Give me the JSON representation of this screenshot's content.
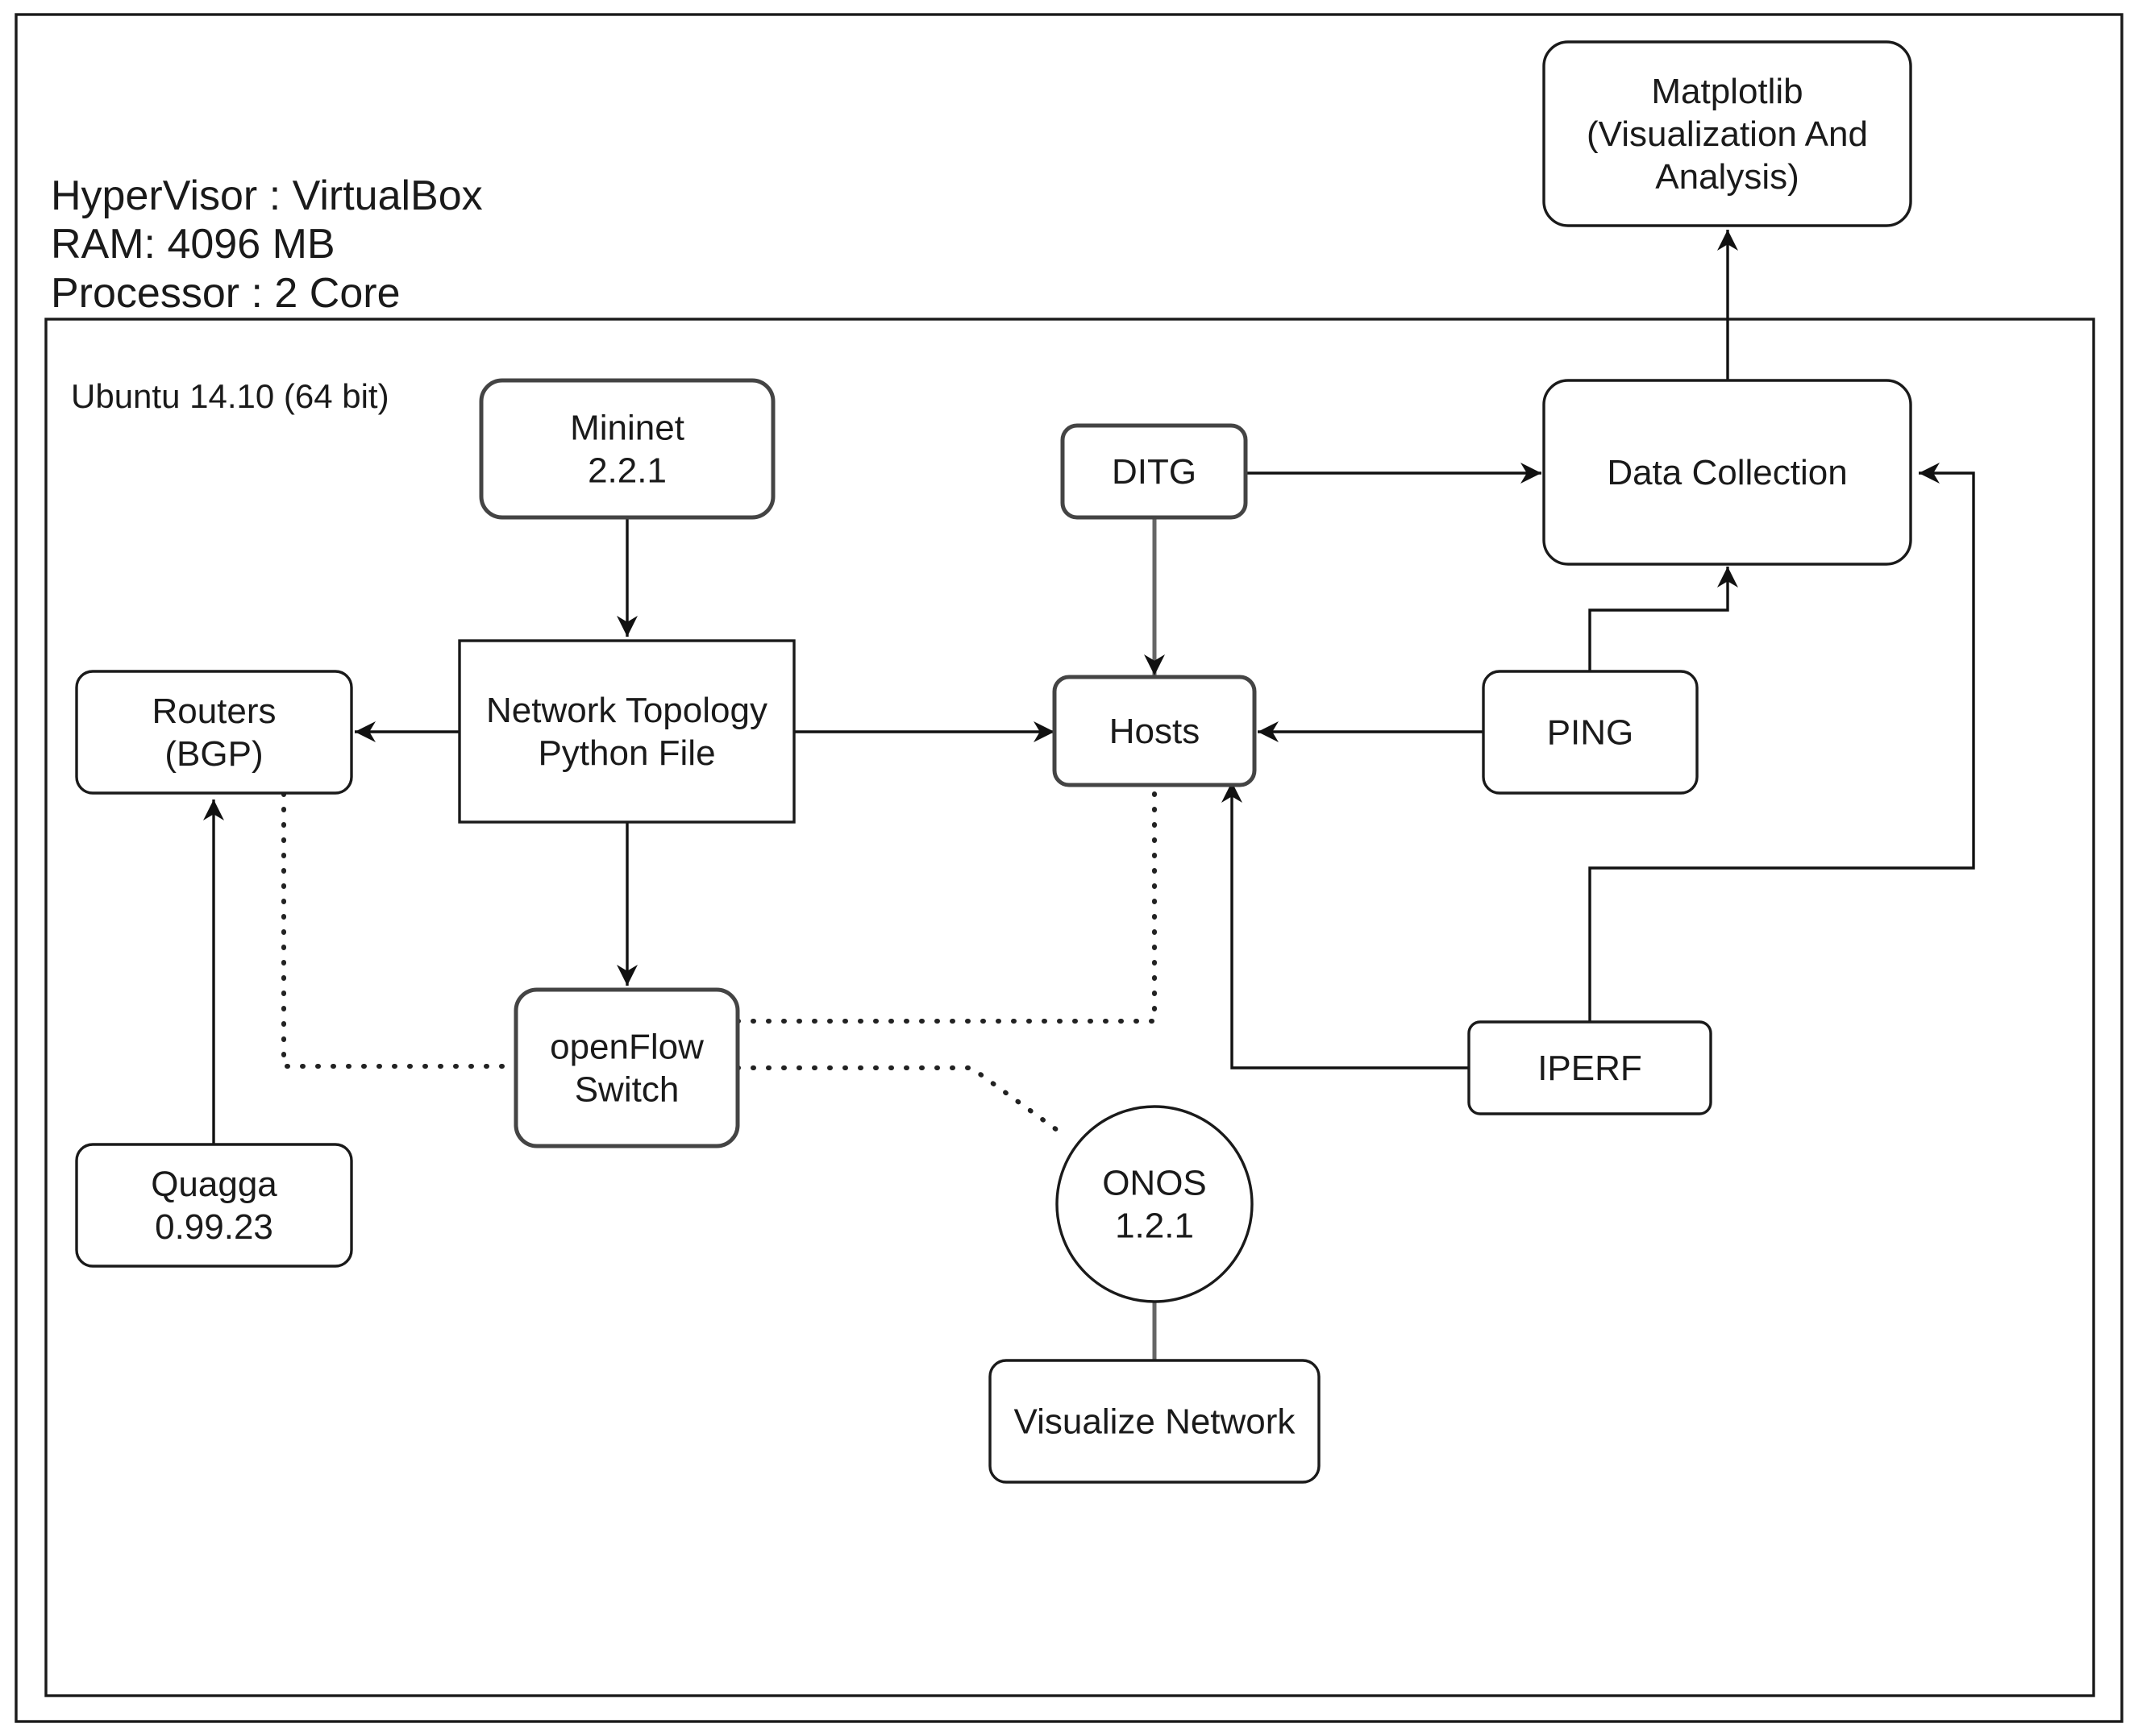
{
  "host_info": {
    "hypervisor": "HyperVisor : VirtualBox",
    "ram": "RAM: 4096 MB",
    "processor": "Processor : 2 Core"
  },
  "vm_label": "Ubuntu 14.10 (64 bit)",
  "nodes": {
    "matplotlib": [
      "Matplotlib",
      "(Visualization And",
      "Analysis)"
    ],
    "mininet": [
      "Mininet",
      "2.2.1"
    ],
    "ditg": [
      "DITG"
    ],
    "data_collection": [
      "Data Collection"
    ],
    "routers": [
      "Routers",
      "(BGP)"
    ],
    "topology": [
      "Network Topology",
      "Python File"
    ],
    "hosts": [
      "Hosts"
    ],
    "ping": [
      "PING"
    ],
    "openflow": [
      "openFlow",
      "Switch"
    ],
    "iperf": [
      "IPERF"
    ],
    "onos": [
      "ONOS",
      "1.2.1"
    ],
    "quagga": [
      "Quagga",
      "0.99.23"
    ],
    "visualize": [
      "Visualize Network"
    ]
  },
  "edges": [
    {
      "from": "Mininet",
      "to": "Network Topology Python File",
      "style": "solid"
    },
    {
      "from": "Network Topology Python File",
      "to": "Routers (BGP)",
      "style": "solid"
    },
    {
      "from": "Network Topology Python File",
      "to": "Hosts",
      "style": "solid"
    },
    {
      "from": "Network Topology Python File",
      "to": "openFlow Switch",
      "style": "solid"
    },
    {
      "from": "DITG",
      "to": "Hosts",
      "style": "solid"
    },
    {
      "from": "DITG",
      "to": "Data Collection",
      "style": "solid"
    },
    {
      "from": "PING",
      "to": "Hosts",
      "style": "solid"
    },
    {
      "from": "PING",
      "to": "Data Collection",
      "style": "solid"
    },
    {
      "from": "IPERF",
      "to": "Hosts",
      "style": "solid"
    },
    {
      "from": "IPERF",
      "to": "Data Collection",
      "style": "solid"
    },
    {
      "from": "Data Collection",
      "to": "Matplotlib",
      "style": "solid"
    },
    {
      "from": "Quagga",
      "to": "Routers (BGP)",
      "style": "solid"
    },
    {
      "from": "ONOS",
      "to": "Visualize Network",
      "style": "line"
    },
    {
      "from": "Routers (BGP)",
      "to": "openFlow Switch",
      "style": "dotted"
    },
    {
      "from": "openFlow Switch",
      "to": "Hosts",
      "style": "dotted"
    },
    {
      "from": "openFlow Switch",
      "to": "ONOS",
      "style": "dotted"
    }
  ]
}
